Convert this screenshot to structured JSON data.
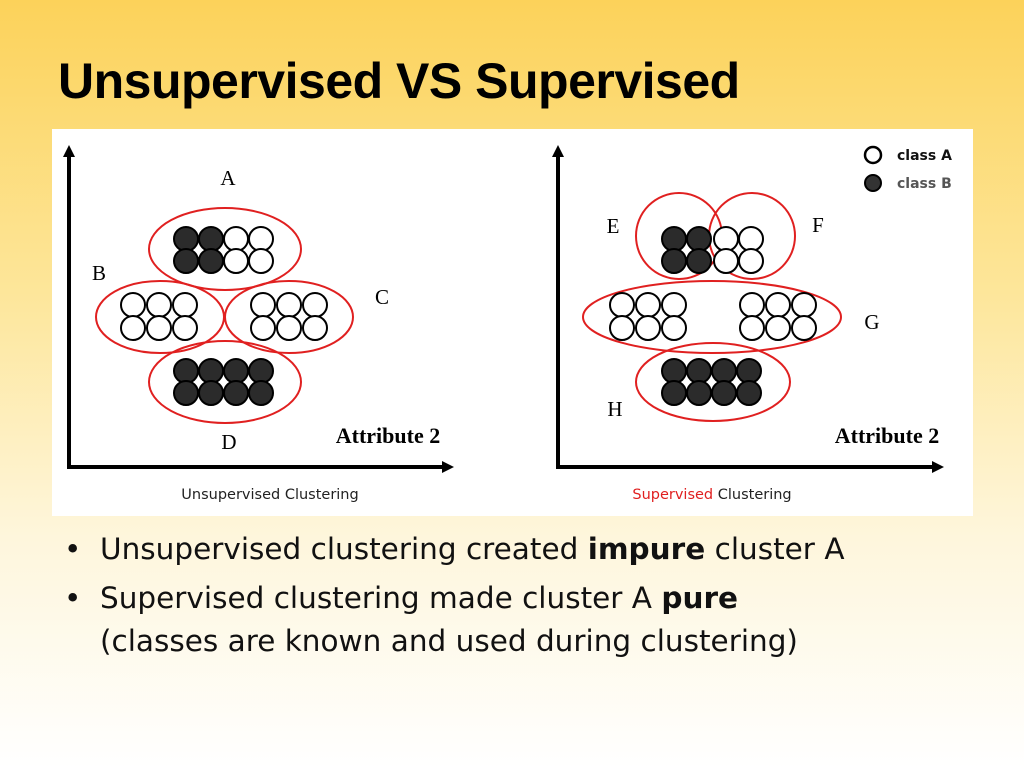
{
  "slide": {
    "title": "Unsupervised VS Supervised"
  },
  "figure": {
    "legend": {
      "class_a": "class A",
      "class_b": "class B"
    },
    "left_panel": {
      "cluster_labels": {
        "a": "A",
        "b": "B",
        "c": "C",
        "d": "D"
      },
      "axis_label": "Attribute 2",
      "caption": "Unsupervised Clustering"
    },
    "right_panel": {
      "cluster_labels": {
        "e": "E",
        "f": "F",
        "g": "G",
        "h": "H"
      },
      "axis_label": "Attribute 2",
      "caption_highlight": "Supervised",
      "caption_rest": " Clustering"
    },
    "colors": {
      "cluster_outline": "#e02020",
      "class_b_fill": "#2b2b2b",
      "class_a_fill": "#ffffff",
      "caption_highlight": "#e02020"
    }
  },
  "bullets": [
    {
      "marker": "•",
      "pre": "Unsupervised clustering created ",
      "bold": "impure",
      "post": " cluster A"
    },
    {
      "marker": "•",
      "pre": "Supervised clustering made cluster A ",
      "bold": "pure",
      "post": ""
    }
  ],
  "bullet_continuation": "(classes are known and used during clustering)"
}
